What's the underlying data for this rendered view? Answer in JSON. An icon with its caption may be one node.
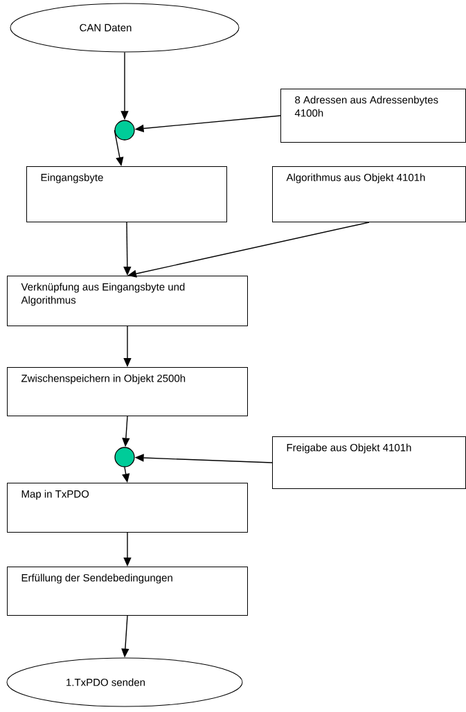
{
  "diagram": {
    "nodes": [
      {
        "text": [
          "CAN Daten"
        ]
      },
      {
        "text": [],
        "shape": "circle"
      },
      {
        "text": [
          "8 Adressen aus Adressenbytes 4100h"
        ]
      },
      {
        "text": [
          "Eingangsbyte"
        ]
      },
      {
        "text": [
          "Algorithmus aus Objekt 4101h"
        ]
      },
      {
        "text": [
          "Verknüpfung aus Eingangsbyte und Algorithmus"
        ]
      },
      {
        "text": [
          "Zwischenspeichern in Objekt 2500h"
        ]
      },
      {
        "text": [],
        "shape": "circle"
      },
      {
        "text": [
          "Freigabe aus Objekt 4101h"
        ]
      },
      {
        "text": [
          "Map in TxPDO"
        ]
      },
      {
        "text": [
          "Erfüllung der Sendebedingungen"
        ]
      },
      {
        "text": [
          "1.TxPDO senden"
        ]
      }
    ],
    "edges": [
      {
        "from": 0,
        "to": 1,
        "arrow": "to"
      },
      {
        "from": 2,
        "to": 1,
        "arrow": "to"
      },
      {
        "from": 1,
        "to": 3,
        "arrow": "to"
      },
      {
        "from": 3,
        "to": 5,
        "arrow": "to"
      },
      {
        "from": 4,
        "to": 5,
        "arrow": "to"
      },
      {
        "from": 5,
        "to": 6,
        "arrow": "to"
      },
      {
        "from": 6,
        "to": 7,
        "arrow": "to"
      },
      {
        "from": 8,
        "to": 7,
        "arrow": "to"
      },
      {
        "from": 7,
        "to": 9,
        "arrow": "to"
      },
      {
        "from": 9,
        "to": 10,
        "arrow": "to"
      },
      {
        "from": 10,
        "to": 11,
        "arrow": "to"
      }
    ]
  }
}
